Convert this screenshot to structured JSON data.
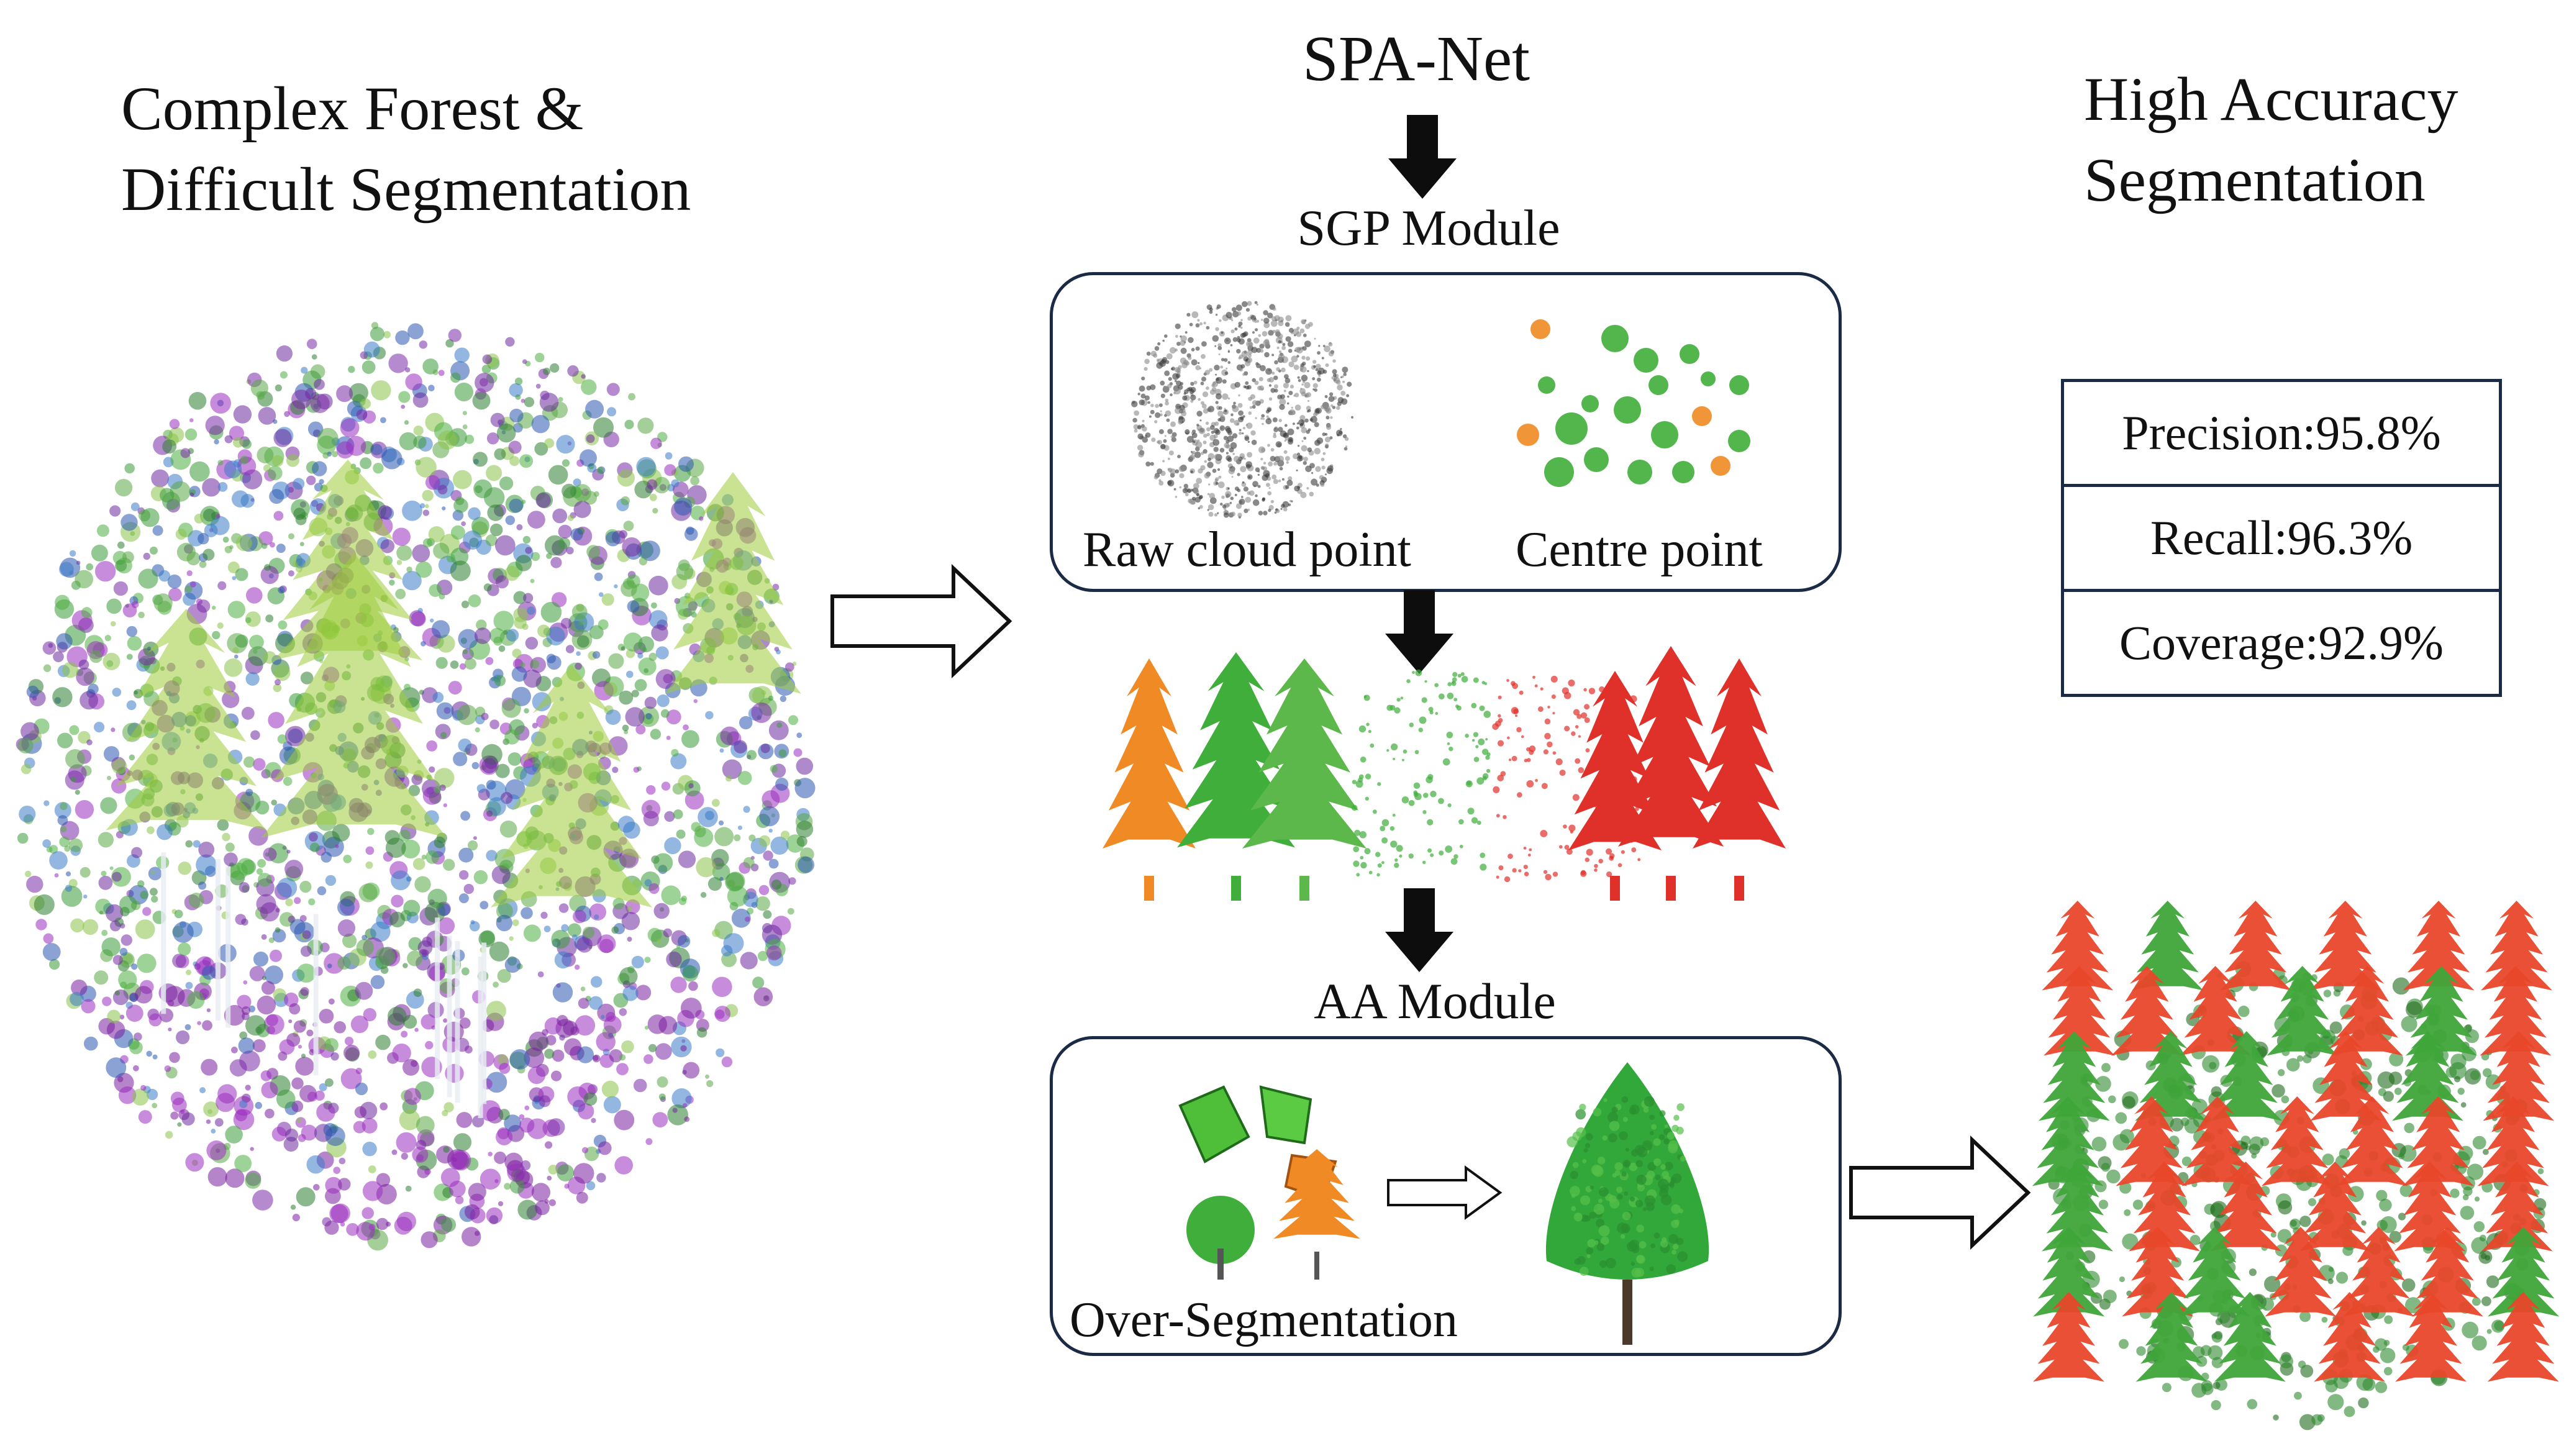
{
  "left_heading": {
    "line1": "Complex Forest &",
    "line2": "Difficult Segmentation"
  },
  "center_title": "SPA-Net",
  "right_heading": {
    "line1": "High Accuracy",
    "line2": "Segmentation"
  },
  "sgp_module": {
    "label": "SGP Module",
    "raw_caption": "Raw cloud point",
    "centre_caption": "Centre point"
  },
  "aa_module": {
    "label": "AA Module",
    "over_caption": "Over-Segmentation"
  },
  "metrics": [
    {
      "text": "Precision:95.8%"
    },
    {
      "text": "Recall:96.3%"
    },
    {
      "text": "Coverage:92.9%"
    }
  ],
  "colors": {
    "panel_border": "#1b2a45",
    "tree_green": "#3fae3a",
    "tree_orange": "#f08a24",
    "tree_red": "#e0302a",
    "cloud_purple": "#8a1fb0",
    "cloud_blue": "#2f5fb8"
  }
}
